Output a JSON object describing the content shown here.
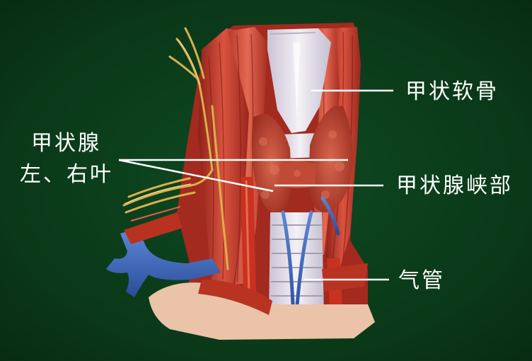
{
  "labels": {
    "thyroid_cartilage": "甲状软骨",
    "thyroid_lobes_line1": "甲状腺",
    "thyroid_lobes_line2": "左、右叶",
    "thyroid_isthmus": "甲状腺峡部",
    "trachea": "气管"
  },
  "colors": {
    "background": "#0b3d1c",
    "muscle": "#c23a2c",
    "cartilage": "#e8e4ec",
    "thyroid_gland": "#b8402f",
    "vein": "#3a63b8",
    "nerve": "#d9b04a",
    "leader_line": "#ffffff",
    "label_text": "#ffffff"
  }
}
